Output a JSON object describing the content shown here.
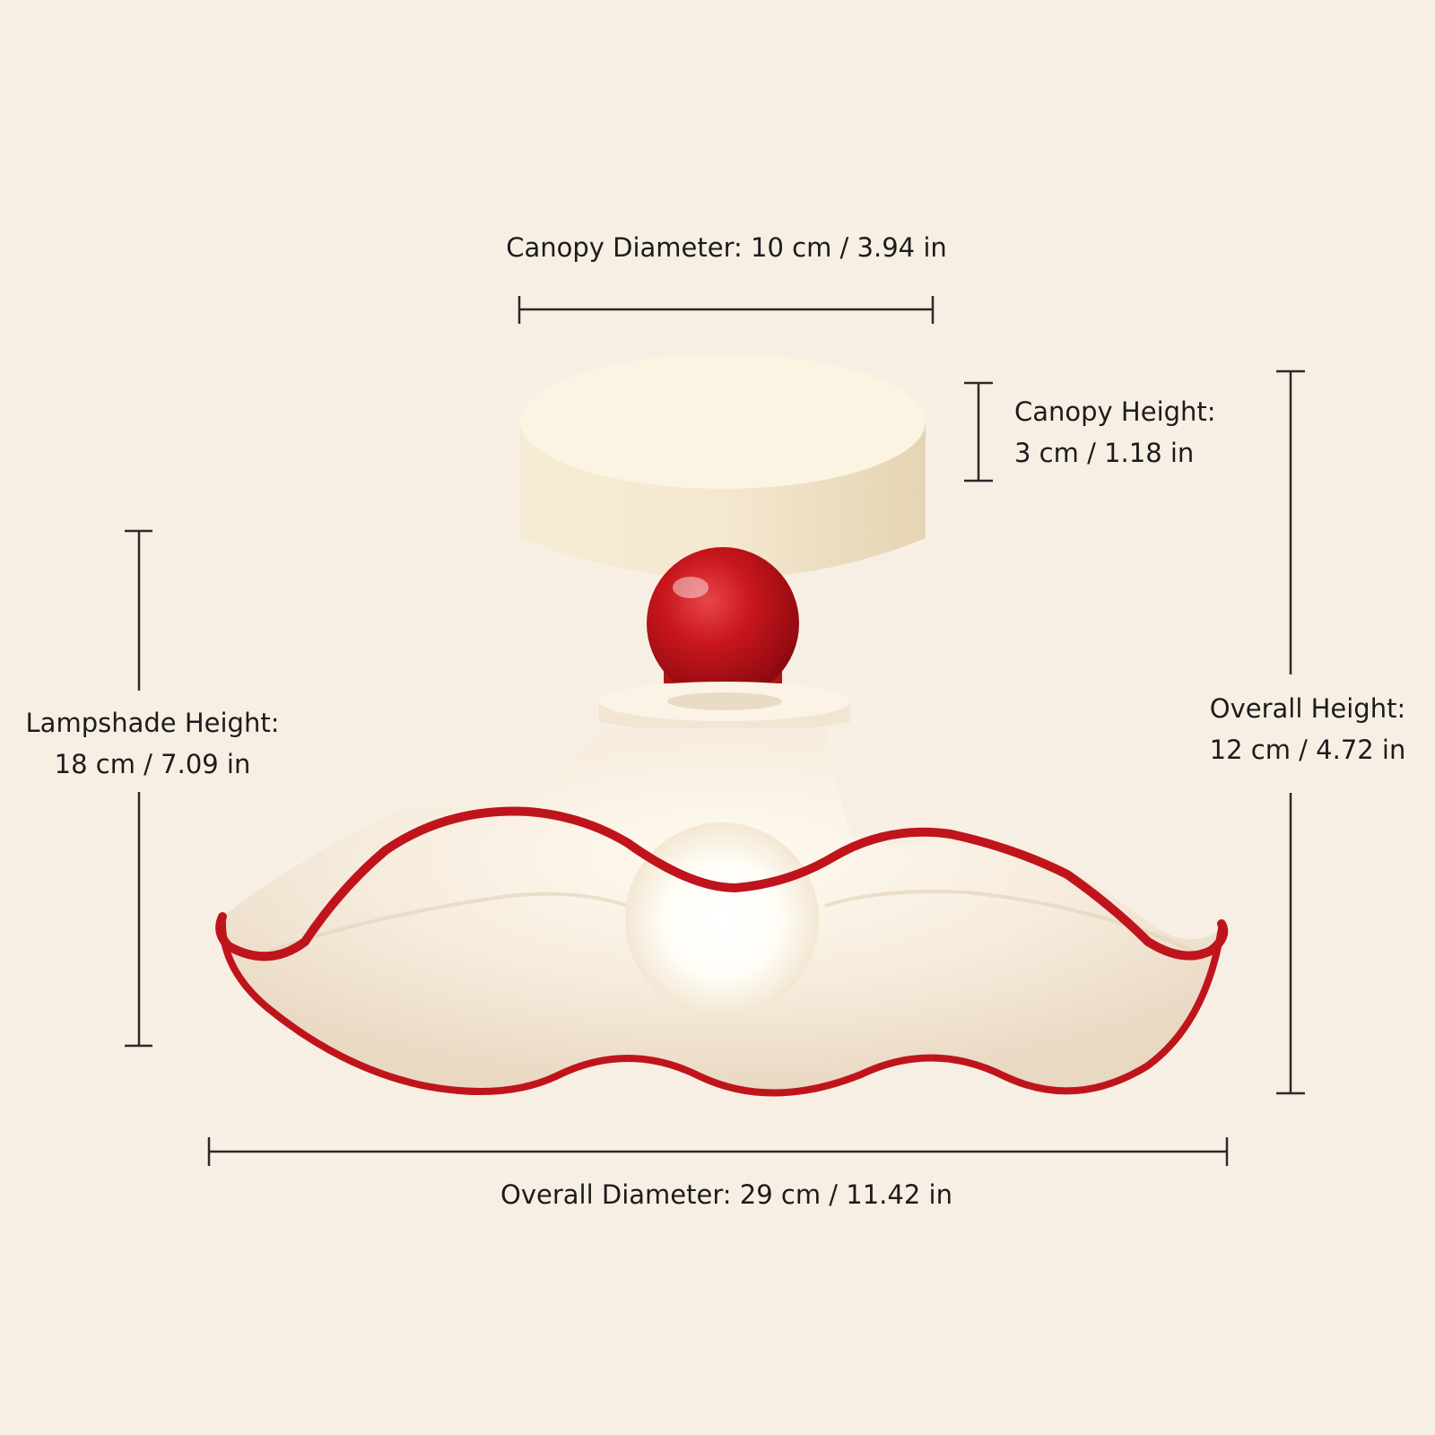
{
  "colors": {
    "background": "#f8efe4",
    "text": "#1c1c1c",
    "dimension_line": "#2a2a2a",
    "canopy": "#f2e6cc",
    "accent_red": "#c0141c",
    "shade_white": "#fbf6ee"
  },
  "dimensions": {
    "canopy_diameter": {
      "label": "Canopy Diameter: 10 cm / 3.94 in"
    },
    "canopy_height": {
      "label": "Canopy Height:",
      "value": "3 cm / 1.18 in"
    },
    "lampshade_height": {
      "label": "Lampshade Height:",
      "value": "18 cm / 7.09 in"
    },
    "overall_height": {
      "label": "Overall Height:",
      "value": "12 cm / 4.72 in"
    },
    "overall_diameter": {
      "label": "Overall Diameter: 29 cm / 11.42 in"
    }
  }
}
